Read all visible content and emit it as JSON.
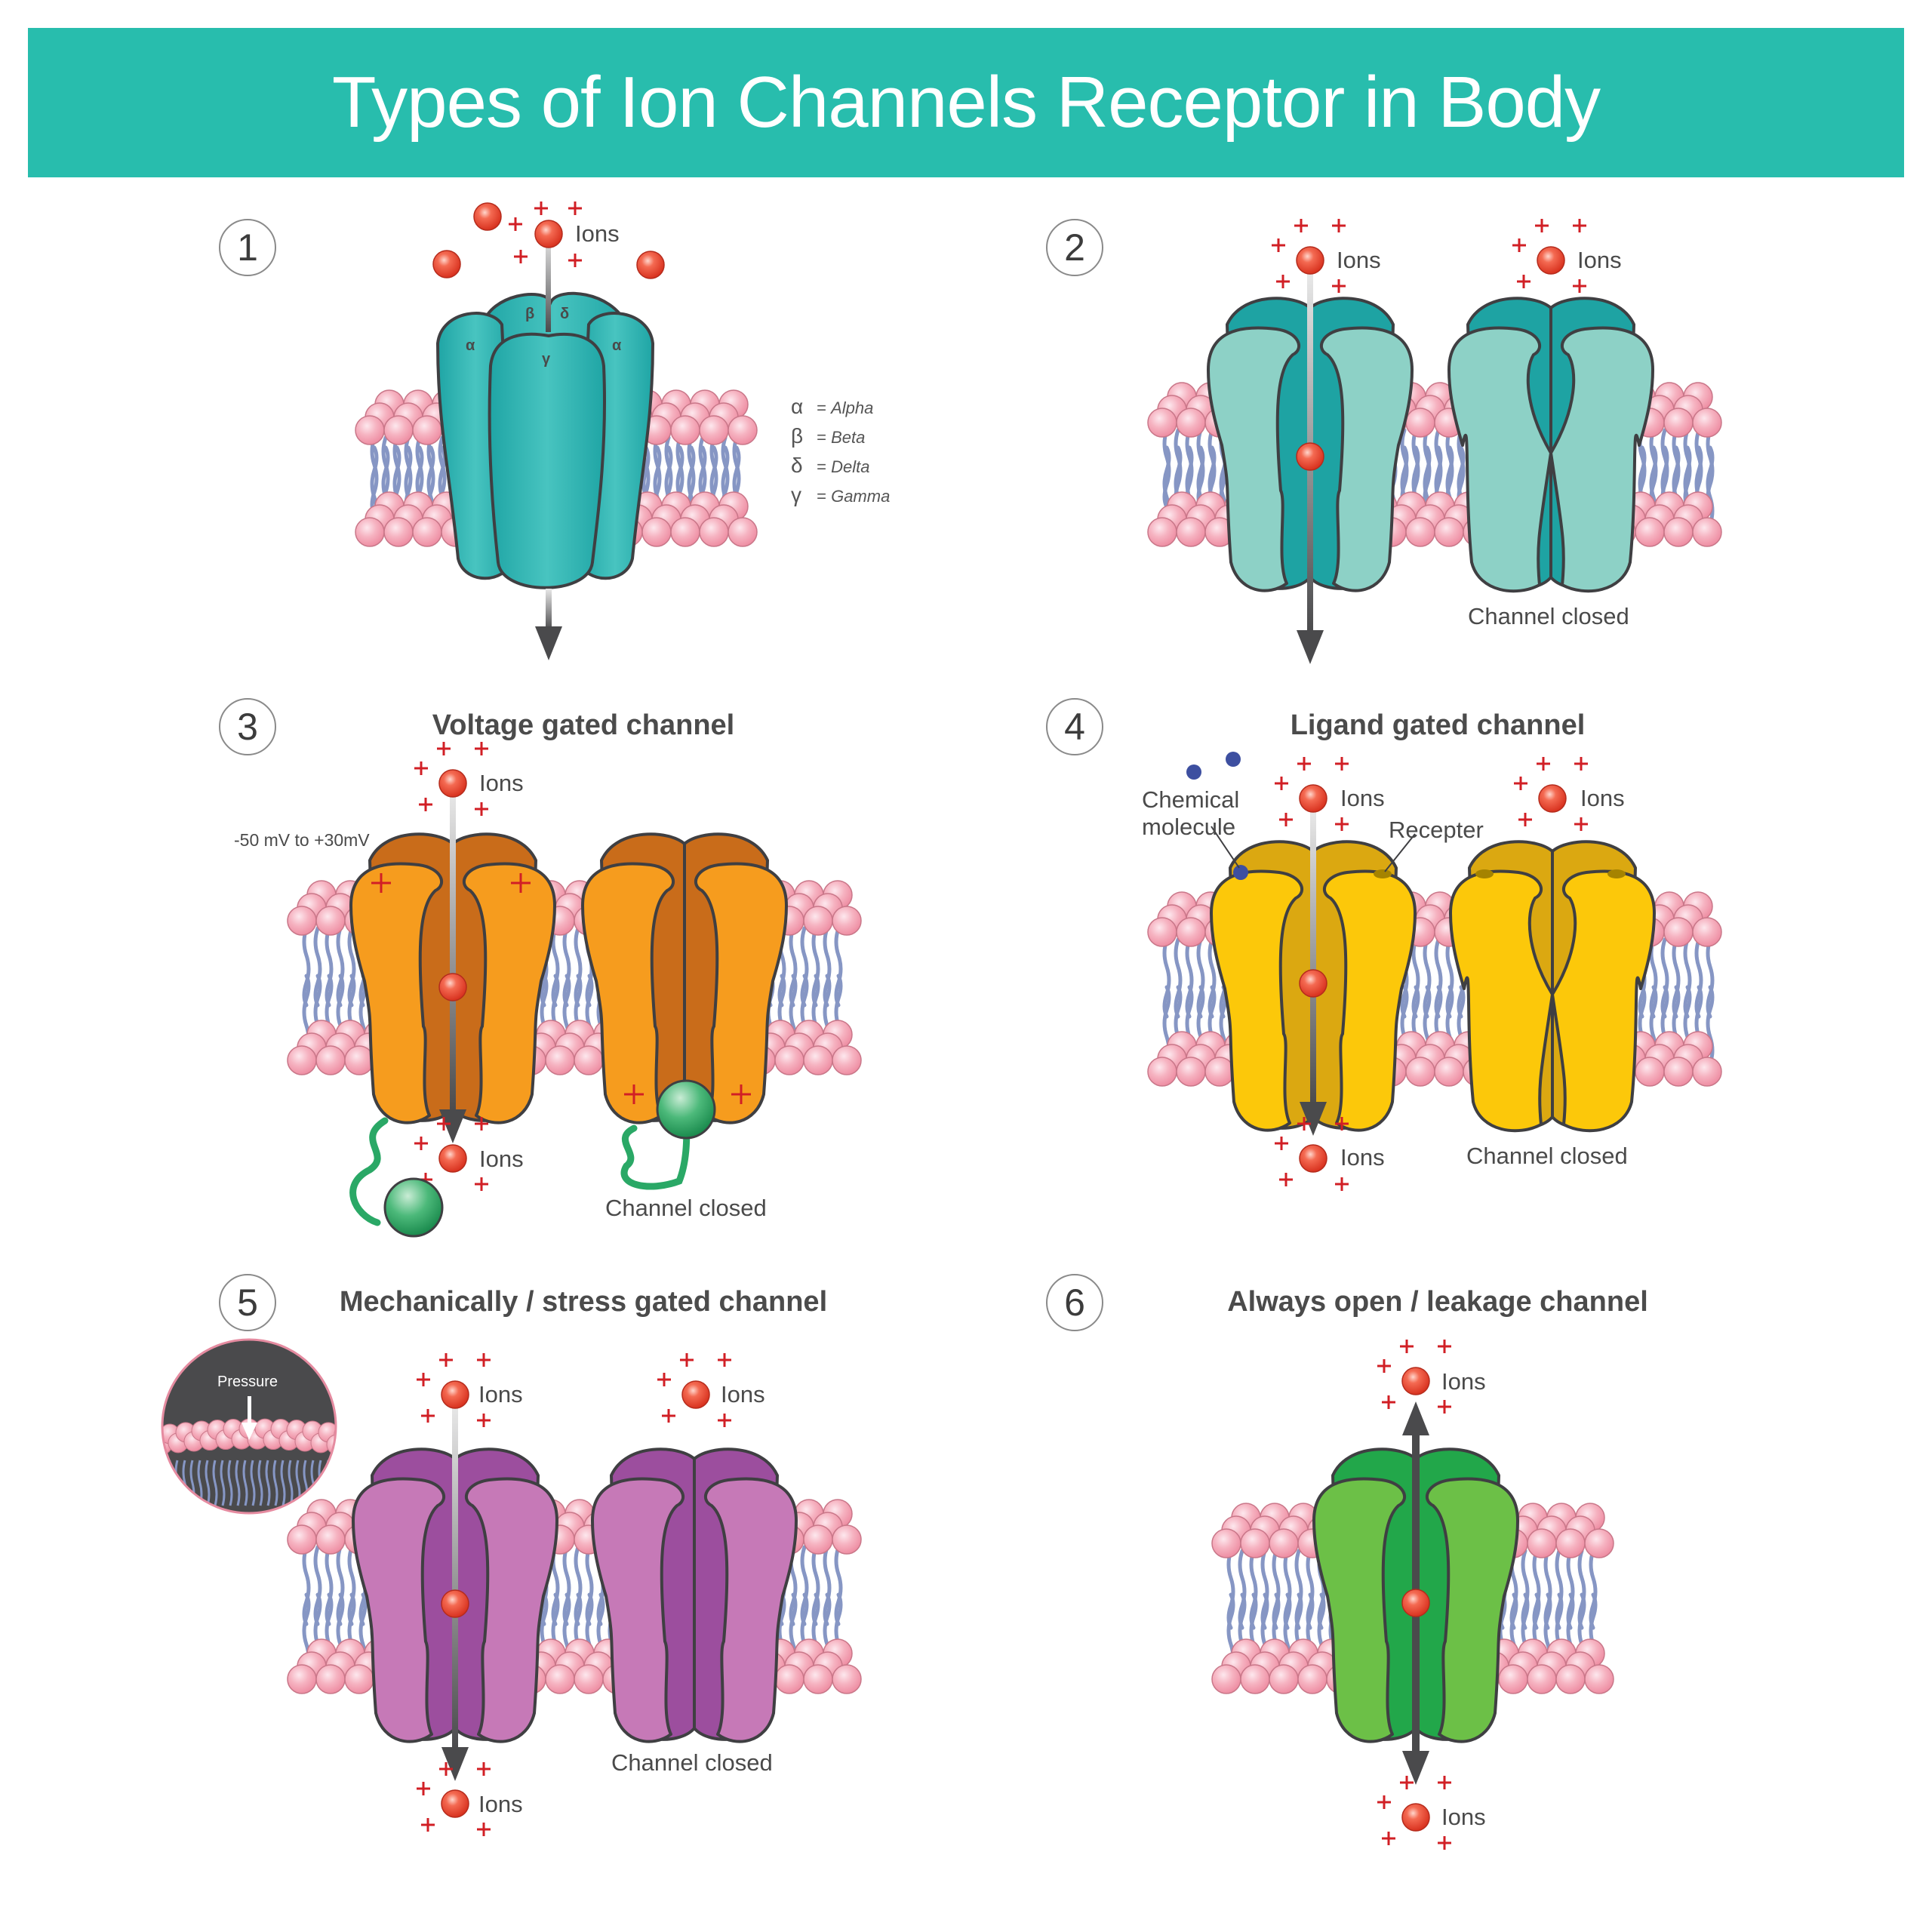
{
  "title": "Types of Ion Channels Receptor in Body",
  "colors": {
    "banner": "#28bdad",
    "ion": "#e8412f",
    "plus": "#d11f25",
    "lipid_head": "#f4a3b3",
    "lipid_tail": "#8696c4",
    "arrow": "#4a4a4c"
  },
  "panels": [
    {
      "number": "1",
      "title": "",
      "labels": {
        "ions": "Ions"
      },
      "subunits": [
        "α",
        "β",
        "δ",
        "γ",
        "α"
      ],
      "legend": [
        {
          "symbol": "α",
          "name": "Alpha"
        },
        {
          "symbol": "β",
          "name": "Beta"
        },
        {
          "symbol": "δ",
          "name": "Delta"
        },
        {
          "symbol": "γ",
          "name": "Gamma"
        }
      ],
      "color": "#2ab6b3"
    },
    {
      "number": "2",
      "title": "",
      "labels": {
        "ions_open": "Ions",
        "ions_closed": "Ions",
        "closed": "Channel closed"
      },
      "color_outer": "#8dd1c6",
      "color_inner": "#1ea3a3"
    },
    {
      "number": "3",
      "title": "Voltage gated channel",
      "labels": {
        "voltage": "-50 mV to +30mV",
        "ions_top": "Ions",
        "ions_bottom": "Ions",
        "closed": "Channel closed"
      },
      "color_outer": "#f69c1e",
      "color_inner": "#c96c1a",
      "gate_color": "#2aa866"
    },
    {
      "number": "4",
      "title": "Ligand gated channel",
      "labels": {
        "chemical": "Chemical",
        "molecule": "molecule",
        "receptor": "Recepter",
        "ions_top": "Ions",
        "ions_closed": "Ions",
        "ions_bottom": "Ions",
        "closed": "Channel closed"
      },
      "color_outer": "#fcc80a",
      "color_inner": "#dba811",
      "ligand_color": "#3d4fa0"
    },
    {
      "number": "5",
      "title": "Mechanically / stress gated channel",
      "labels": {
        "pressure": "Pressure",
        "ions_top": "Ions",
        "ions_closed": "Ions",
        "ions_bottom": "Ions",
        "closed": "Channel closed"
      },
      "color_outer": "#c679b7",
      "color_inner": "#9c4e9e"
    },
    {
      "number": "6",
      "title": "Always open / leakage channel",
      "labels": {
        "ions_top": "Ions",
        "ions_bottom": "Ions"
      },
      "color_outer": "#6cc047",
      "color_inner": "#22a74a"
    }
  ]
}
